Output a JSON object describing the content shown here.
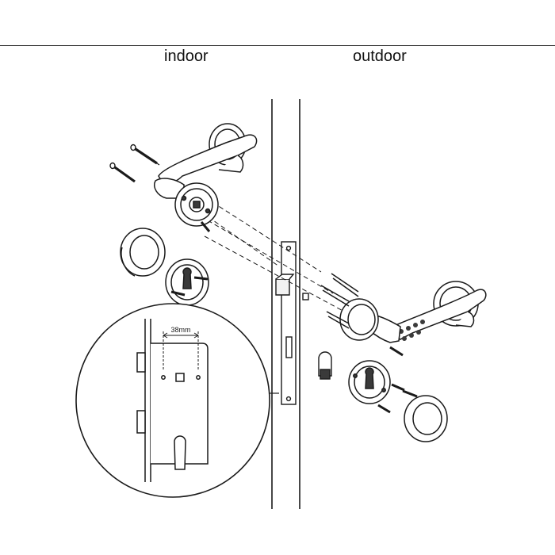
{
  "labels": {
    "indoor": "indoor",
    "outdoor": "outdoor",
    "dimension": "38mm"
  },
  "colors": {
    "line": "#1a1a1a",
    "background": "#ffffff",
    "fill_light": "#f2f2f2",
    "fill_dark": "#3a3a3a"
  }
}
